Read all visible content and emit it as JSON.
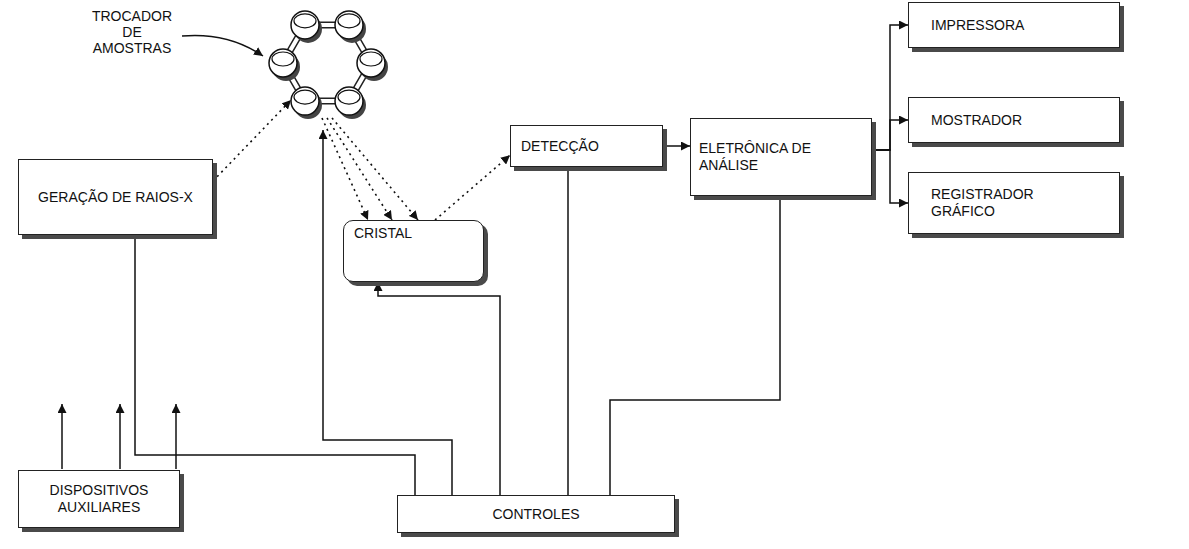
{
  "diagram": {
    "nodes": [
      {
        "text": [
          "TROCADOR DE AMOSTRAS"
        ]
      },
      {
        "text": [
          "GERAÇÃO DE RAIOS-X"
        ]
      },
      {
        "text": [
          "CRISTAL"
        ]
      },
      {
        "text": [
          "DETECÇÃO"
        ]
      },
      {
        "text": [
          "ELETRÔNICA DE ANÁLISE"
        ]
      },
      {
        "text": [
          "IMPRESSORA"
        ]
      },
      {
        "text": [
          "MOSTRADOR"
        ]
      },
      {
        "text": [
          "REGISTRADOR GRÁFICO"
        ]
      },
      {
        "text": [
          "DISPOSITIVOS AUXILIARES"
        ]
      },
      {
        "text": [
          "CONTROLES"
        ]
      }
    ],
    "edges": [
      {
        "from": 1,
        "to": 0,
        "arrow": "to"
      },
      {
        "from": 0,
        "to": 2,
        "arrow": "to"
      },
      {
        "from": 0,
        "to": 2,
        "arrow": "to"
      },
      {
        "from": 0,
        "to": 2,
        "arrow": "to"
      },
      {
        "from": 2,
        "to": 3,
        "arrow": "to"
      },
      {
        "from": 3,
        "to": 4,
        "arrow": "to"
      },
      {
        "from": 4,
        "to": 5,
        "arrow": "to"
      },
      {
        "from": 4,
        "to": 6,
        "arrow": "to"
      },
      {
        "from": 4,
        "to": 7,
        "arrow": "to"
      },
      {
        "from": 9,
        "to": 1,
        "arrow": "none"
      },
      {
        "from": 9,
        "to": 0,
        "arrow": "to"
      },
      {
        "from": 9,
        "to": 2,
        "arrow": "to"
      },
      {
        "from": 9,
        "to": 3,
        "arrow": "none"
      },
      {
        "from": 9,
        "to": 4,
        "arrow": "none"
      }
    ]
  }
}
